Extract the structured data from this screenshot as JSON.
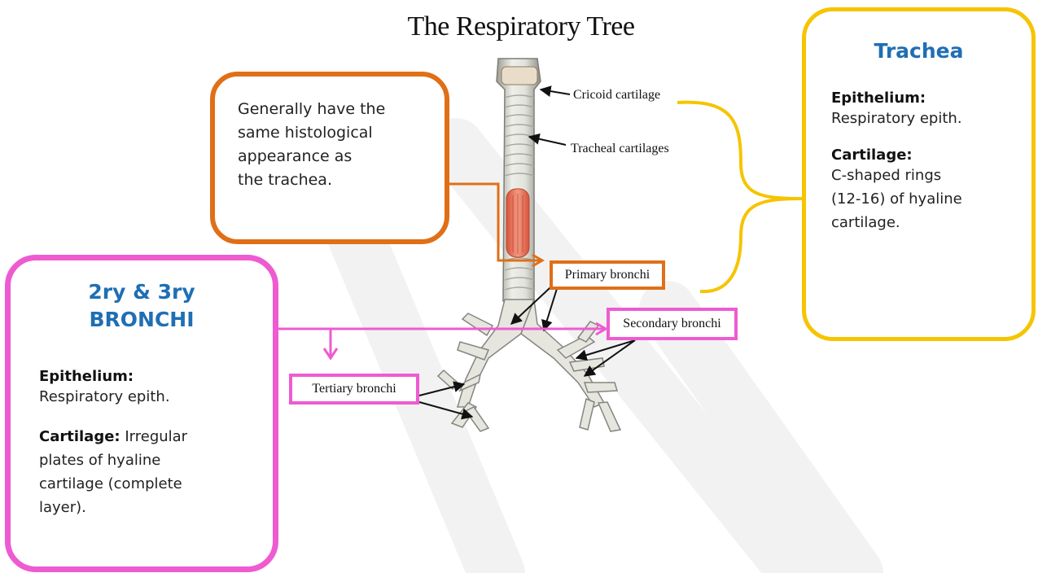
{
  "title": "The Respiratory Tree",
  "labels": {
    "cricoid": "Cricoid cartilage",
    "tracheal": "Tracheal cartilages",
    "primary": "Primary bronchi",
    "secondary": "Secondary bronchi",
    "tertiary": "Tertiary bronchi"
  },
  "orange_note": {
    "lines": [
      "Generally have the",
      "same histological",
      "appearance as",
      "the trachea."
    ]
  },
  "trachea_box": {
    "heading": "Trachea",
    "epithelium_label": "Epithelium:",
    "epithelium_text": "Respiratory epith.",
    "cartilage_label": "Cartilage:",
    "cartilage_lines": [
      "C-shaped rings",
      "(12-16) of hyaline",
      "cartilage."
    ]
  },
  "bronchi_box": {
    "heading_lines": [
      "2ry & 3ry",
      "BRONCHI"
    ],
    "epithelium_label": "Epithelium:",
    "epithelium_text": "Respiratory epith.",
    "cartilage_label": "Cartilage:",
    "cartilage_first": " Irregular",
    "cartilage_lines": [
      "plates of hyaline",
      "cartilage (complete",
      "layer)."
    ]
  },
  "colors": {
    "orange": "#e06f17",
    "pink": "#ee5bd1",
    "yellow": "#f6c400",
    "heading_blue": "#1f6fb4"
  }
}
